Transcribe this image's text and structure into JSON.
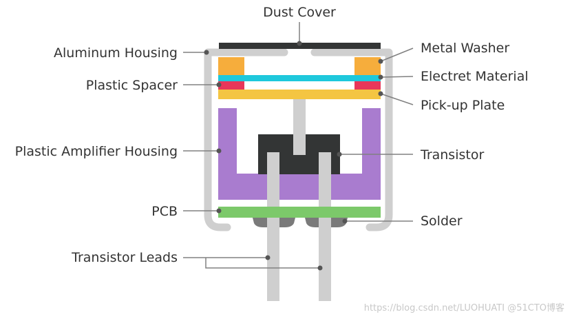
{
  "labels": {
    "dust_cover": "Dust Cover",
    "aluminum_housing": "Aluminum Housing",
    "plastic_spacer": "Plastic Spacer",
    "plastic_amplifier_housing": "Plastic Amplifier Housing",
    "pcb": "PCB",
    "transistor_leads": "Transistor Leads",
    "metal_washer": "Metal Washer",
    "electret_material": "Electret Material",
    "pickup_plate": "Pick-up Plate",
    "transistor": "Transistor",
    "solder": "Solder"
  },
  "watermark": "https://blog.csdn.net/LUOHUATI @51CTO博客",
  "colors": {
    "aluminum": "#cfcfcf",
    "dust_cover": "#333535",
    "washer": "#f6ad3c",
    "electret": "#1ec8dc",
    "spacer": "#e8375a",
    "pickup_plate": "#f4c542",
    "amplifier_housing": "#a97ccf",
    "transistor": "#333535",
    "pcb": "#7cc96a",
    "solder": "#7a7a7a",
    "leads": "#cfcfcf"
  }
}
